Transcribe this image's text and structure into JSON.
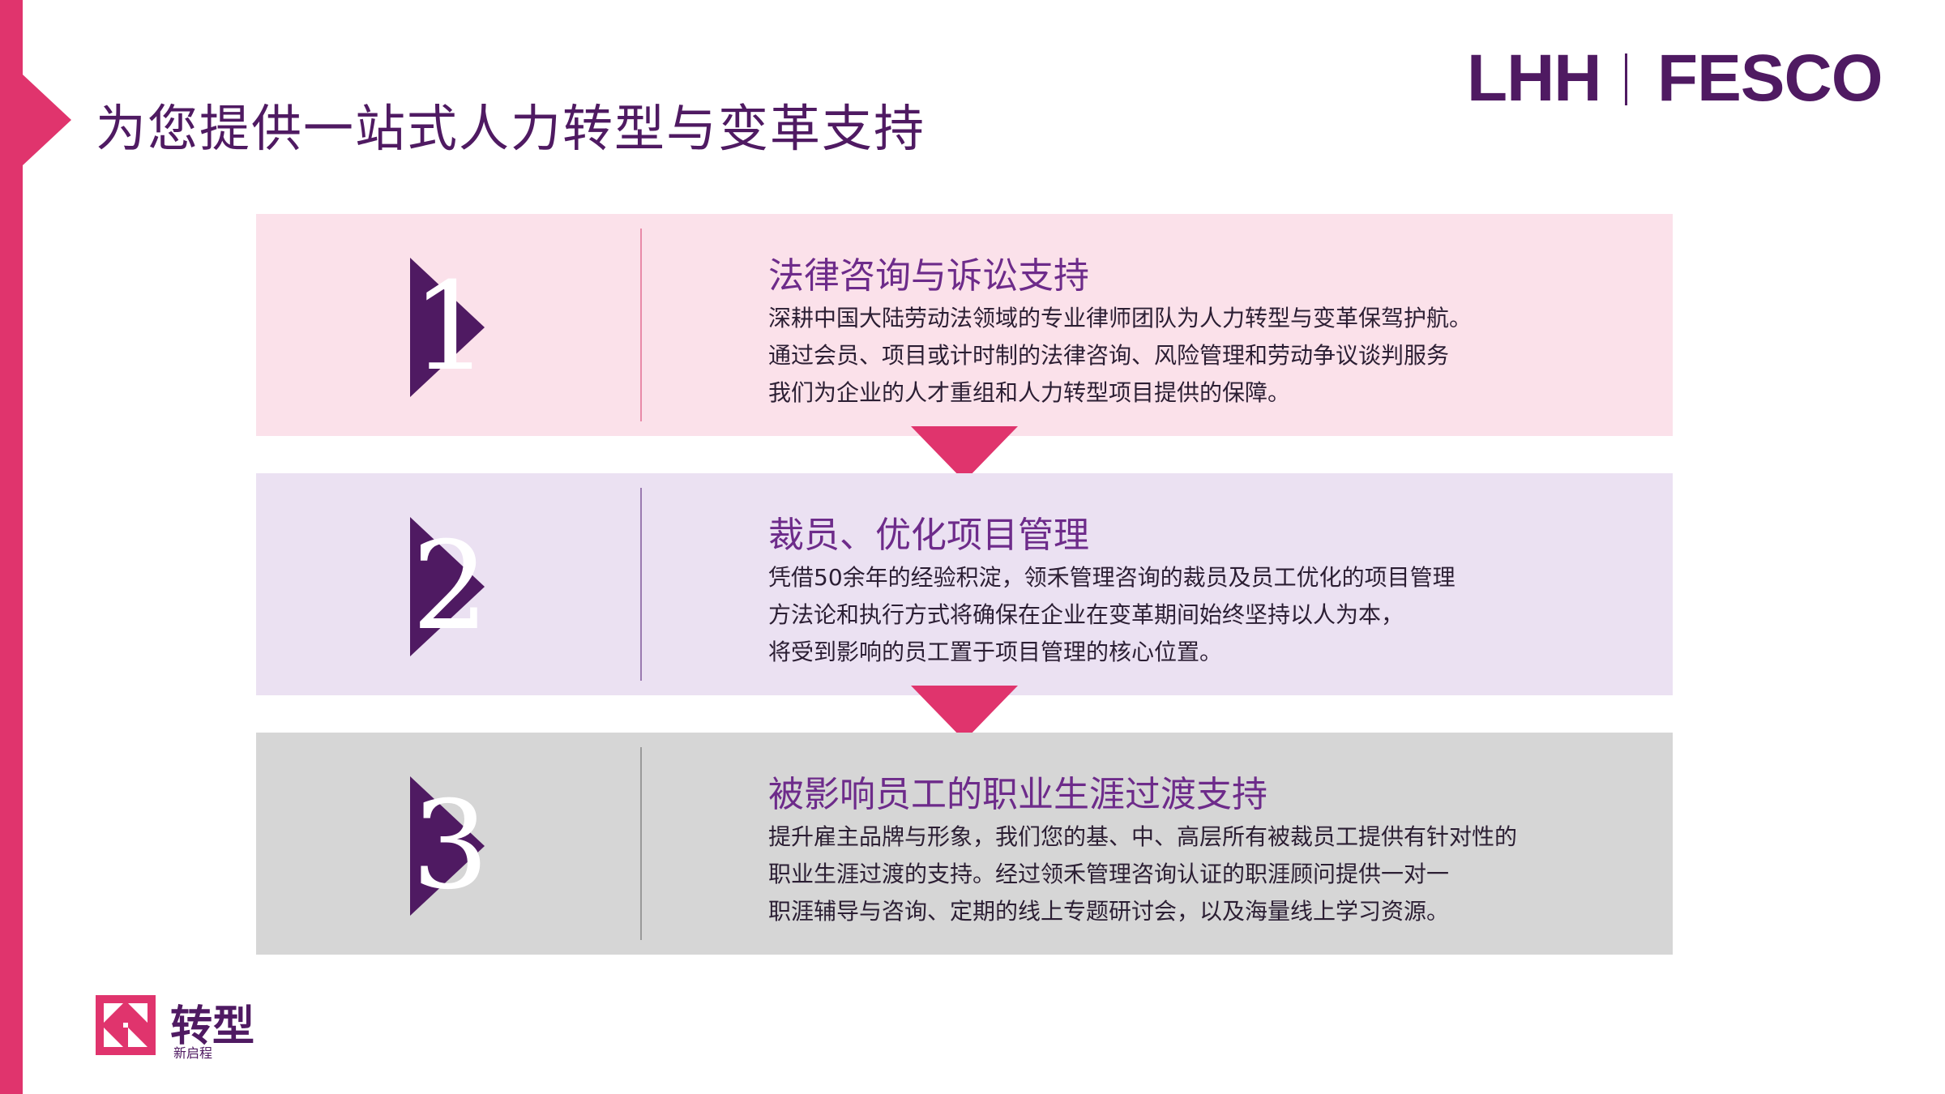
{
  "header": {
    "title": "为您提供一站式人力转型与变革支持",
    "logo_left": "LHH",
    "logo_right": "FESCO"
  },
  "steps": [
    {
      "number": "1",
      "title": "法律咨询与诉讼支持",
      "lines": [
        "深耕中国大陆劳动法领域的专业律师团队为人力转型与变革保驾护航。",
        "通过会员、项目或计时制的法律咨询、风险管理和劳动争议谈判服务",
        "我们为企业的人才重组和人力转型项目提供的保障。"
      ]
    },
    {
      "number": "2",
      "title": "裁员、优化项目管理",
      "lines": [
        "凭借50余年的经验积淀，领禾管理咨询的裁员及员工优化的项目管理",
        "方法论和执行方式将确保在企业在变革期间始终坚持以人为本，",
        "将受到影响的员工置于项目管理的核心位置。"
      ]
    },
    {
      "number": "3",
      "title": "被影响员工的职业生涯过渡支持",
      "lines": [
        "提升雇主品牌与形象，我们您的基、中、高层所有被裁员工提供有针对性的",
        "职业生涯过渡的支持。经过领禾管理咨询认证的职涯顾问提供一对一",
        "职涯辅导与咨询、定期的线上专题研讨会，以及海量线上学习资源。"
      ]
    }
  ],
  "brand": {
    "main": "转型",
    "sub": "新启程"
  },
  "colors": {
    "accent": "#e0346d",
    "primary": "#4f1a62",
    "title_purple": "#6d2b8a",
    "step1_bg": "#fbe1ea",
    "step2_bg": "#ebe1f2",
    "step3_bg": "#d6d6d6"
  }
}
